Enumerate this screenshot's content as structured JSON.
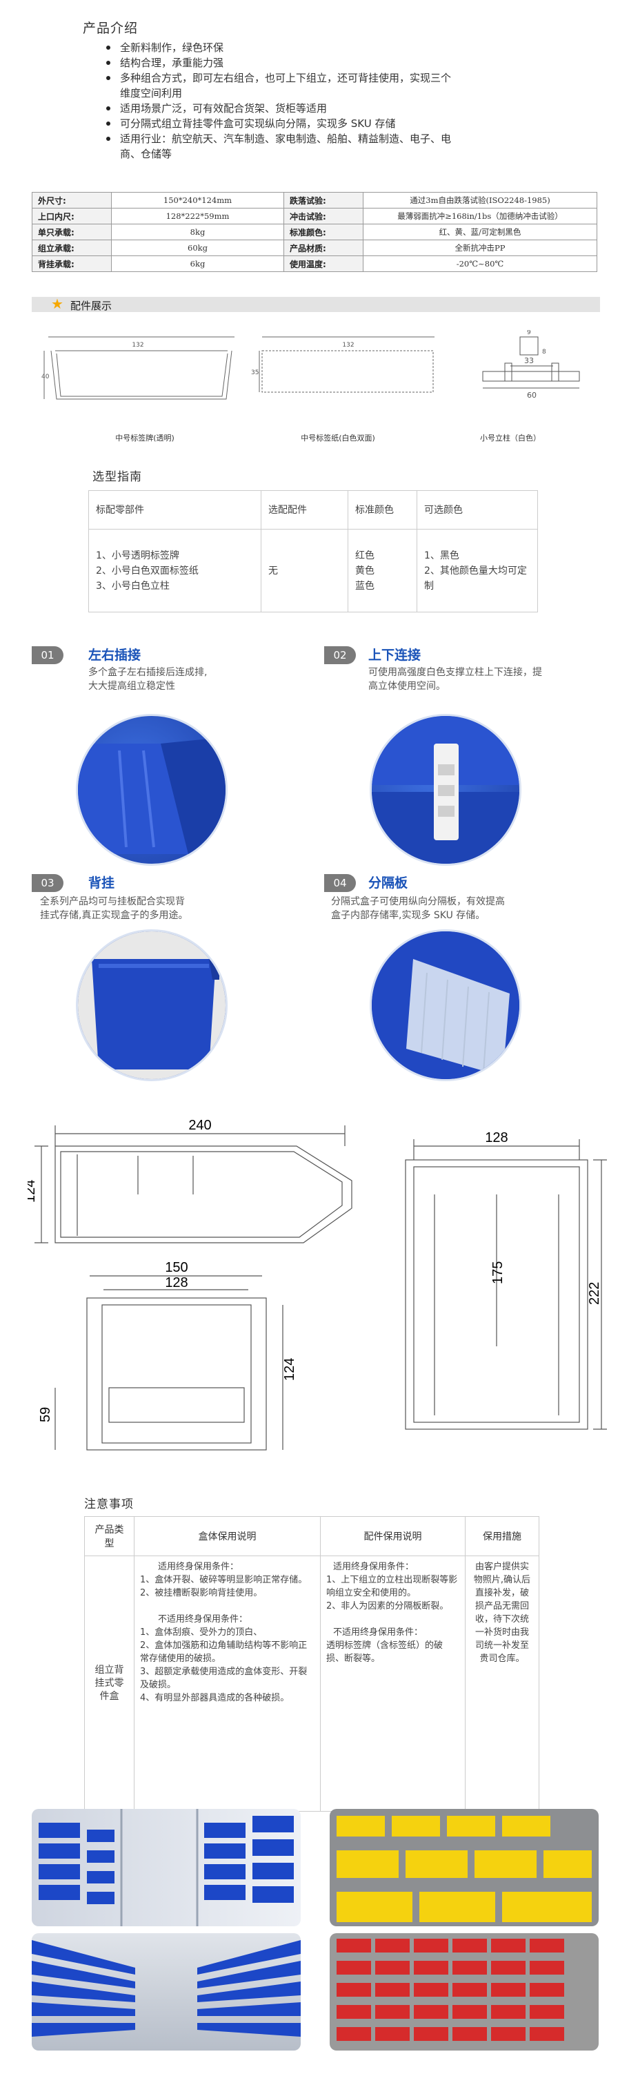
{
  "intro": {
    "title": "产品介绍",
    "bullets": [
      "全新料制作，绿色环保",
      "结构合理，承重能力强",
      "多种组合方式，即可左右组合，也可上下组立，还可背挂使用，实现三个",
      "维度空间利用",
      "适用场景广泛，可有效配合货架、货柜等适用",
      "可分隔式组立背挂零件盒可实现纵向分隔，实现多 SKU 存储",
      "适用行业：航空航天、汽车制造、家电制造、船舶、精益制造、电子、电",
      "商、仓储等"
    ]
  },
  "spec": {
    "rows": [
      {
        "k1": "外尺寸:",
        "v1": "150*240*124mm",
        "k2": "跌落试验:",
        "v2": "通过3m自由跌落试验(ISO2248-1985)"
      },
      {
        "k1": "上口内尺:",
        "v1": "128*222*59mm",
        "k2": "冲击试验:",
        "v2": "最薄弱面抗冲≥168in/1bs（加德纳冲击试验）"
      },
      {
        "k1": "单只承载:",
        "v1": "8kg",
        "k2": "标准颜色:",
        "v2": "红、黄、蓝/可定制黑色"
      },
      {
        "k1": "组立承载:",
        "v1": "60kg",
        "k2": "产品材质:",
        "v2": "全新抗冲击PP"
      },
      {
        "k1": "背挂承载:",
        "v1": "6kg",
        "k2": "使用温度:",
        "v2": "-20℃~80℃"
      }
    ]
  },
  "accessories": {
    "title": "配件展示",
    "items": [
      {
        "caption": "中号标签牌(透明)",
        "dim_w": "132",
        "dim_h": "40"
      },
      {
        "caption": "中号标签纸(白色双面)",
        "dim_w": "132",
        "dim_h": "35"
      },
      {
        "caption": "小号立柱（白色）",
        "dim_top": "9",
        "dim_mid": "33",
        "dim_side": "8",
        "dim_bottom": "60"
      }
    ]
  },
  "selection": {
    "title": "选型指南",
    "headers": [
      "标配零部件",
      "选配配件",
      "标准颜色",
      "可选颜色"
    ],
    "col1": [
      "1、小号透明标签牌",
      "2、小号白色双面标签纸",
      "3、小号白色立柱"
    ],
    "col2": "无",
    "col3": [
      "红色",
      "黄色",
      "蓝色"
    ],
    "col4": [
      "1、黑色",
      "2、其他颜色量大均可定制"
    ]
  },
  "features": [
    {
      "num": "01",
      "title": "左右插接",
      "desc1": "多个盒子左右插接后连成排,",
      "desc2": "大大提高组立稳定性"
    },
    {
      "num": "02",
      "title": "上下连接",
      "desc1": "可使用高强度白色支撑立柱上下连接，提",
      "desc2": "高立体使用空间。"
    },
    {
      "num": "03",
      "title": "背挂",
      "desc1": "全系列产品均可与挂板配合实现背",
      "desc2": "挂式存储,真正实现盒子的多用途。"
    },
    {
      "num": "04",
      "title": "分隔板",
      "desc1": "分隔式盒子可使用纵向分隔板，有效提高",
      "desc2": "盒子内部存储率,实现多 SKU 存储。"
    }
  ],
  "drawings": {
    "side_length": "240",
    "side_height": "124",
    "top_width": "128",
    "top_inner": "175",
    "top_depth": "222",
    "front_outer": "150",
    "front_inner": "128",
    "front_height": "124",
    "front_lip": "59"
  },
  "notes": {
    "title": "注意事项",
    "headers": [
      "产品类型",
      "盒体保用说明",
      "配件保用说明",
      "保用措施"
    ],
    "type": "组立背挂式零件盒",
    "box_lines": [
      "适用终身保用条件：",
      "1、盒体开裂、破碎等明显影响正常存储。",
      "2、被挂槽断裂影响背挂使用。",
      "",
      "不适用终身保用条件：",
      "1、盒体刮痕、受外力的顶白、",
      "2、盒体加强筋和边角辅助结构等不影响正常存储使用的破损。",
      "3、超额定承载使用造成的盒体变形、开裂及破损。",
      "4、有明显外部器具造成的各种破损。"
    ],
    "acc_lines": [
      "适用终身保用条件：",
      "1、上下组立的立柱出现断裂等影响组立安全和使用的。",
      "2、非人为因素的分隔板断裂。",
      "",
      "不适用终身保用条件：",
      "透明标签牌（含标签纸）的破损、断裂等。"
    ],
    "measures": "由客户提供实物照片,确认后直接补发，破损产品无需回收，待下次统一补货时由我司统一补发至贵司仓库。"
  },
  "colors": {
    "blue": "#1c47c7",
    "accent_blue": "#1a53b8",
    "star": "#f6a800",
    "yellow": "#f5d20f",
    "red": "#d62b2b"
  }
}
